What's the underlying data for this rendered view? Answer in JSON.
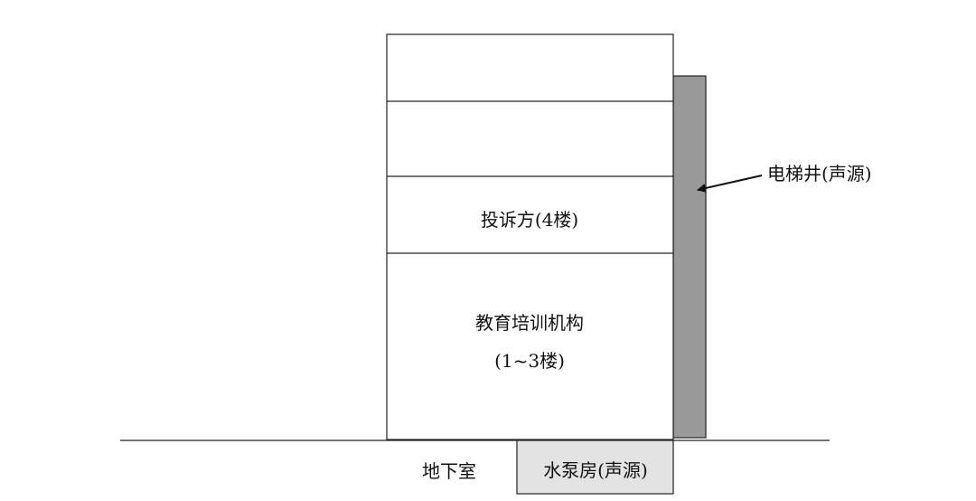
{
  "diagram": {
    "labels": {
      "complainant": "投诉方(4楼)",
      "training_line1": "教育培训机构",
      "training_line2": "(1~3楼)",
      "elevator": "电梯井(声源)",
      "basement": "地下室",
      "pump_room": "水泵房(声源)"
    },
    "colors": {
      "elevator_shaft": "#999999",
      "pump_room": "#e3e3e3",
      "line": "#222222"
    }
  }
}
